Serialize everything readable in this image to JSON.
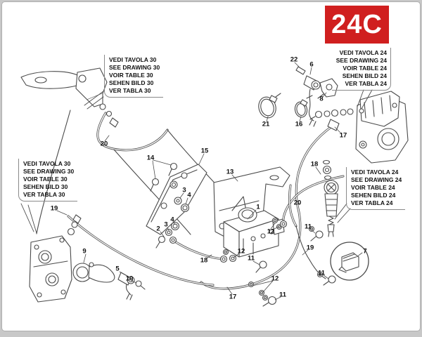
{
  "badge": {
    "label": "24C"
  },
  "colors": {
    "badge_bg": "#d01f1f",
    "badge_fg": "#ffffff",
    "line_art": "#4a4a4a",
    "label_text": "#111111",
    "panel_border": "#aeaeae",
    "page_bg": "#c8c8c8",
    "callout_border": "#8a8a8a"
  },
  "callouts": {
    "top_left": {
      "ref": "30",
      "lines": [
        "VEDI TAVOLA 30",
        "SEE DRAWING 30",
        "VOIR TABLE 30",
        "SEHEN BILD 30",
        "VER TABLA 30"
      ]
    },
    "top_right": {
      "ref": "24",
      "lines": [
        "VEDI TAVOLA 24",
        "SEE DRAWING 24",
        "VOIR TABLE 24",
        "SEHEN BILD 24",
        "VER TABLA 24"
      ]
    },
    "mid_left": {
      "ref": "30",
      "lines": [
        "VEDI TAVOLA 30",
        "SEE DRAWING 30",
        "VOIR TABLE 30",
        "SEHEN BILD 30",
        "VER TABLA 30"
      ]
    },
    "mid_right": {
      "ref": "24",
      "lines": [
        "VEDI TAVOLA 24",
        "SEE DRAWING 24",
        "VOIR TABLE 24",
        "SEHEN BILD 24",
        "VER TABLA 24"
      ]
    }
  },
  "part_labels": [
    "1",
    "2",
    "3",
    "4",
    "3",
    "4",
    "5",
    "6",
    "7",
    "8",
    "9",
    "10",
    "11",
    "11",
    "11",
    "11",
    "12",
    "12",
    "12",
    "13",
    "14",
    "15",
    "16",
    "17",
    "17",
    "18",
    "18",
    "19",
    "19",
    "20",
    "20",
    "21",
    "22"
  ]
}
